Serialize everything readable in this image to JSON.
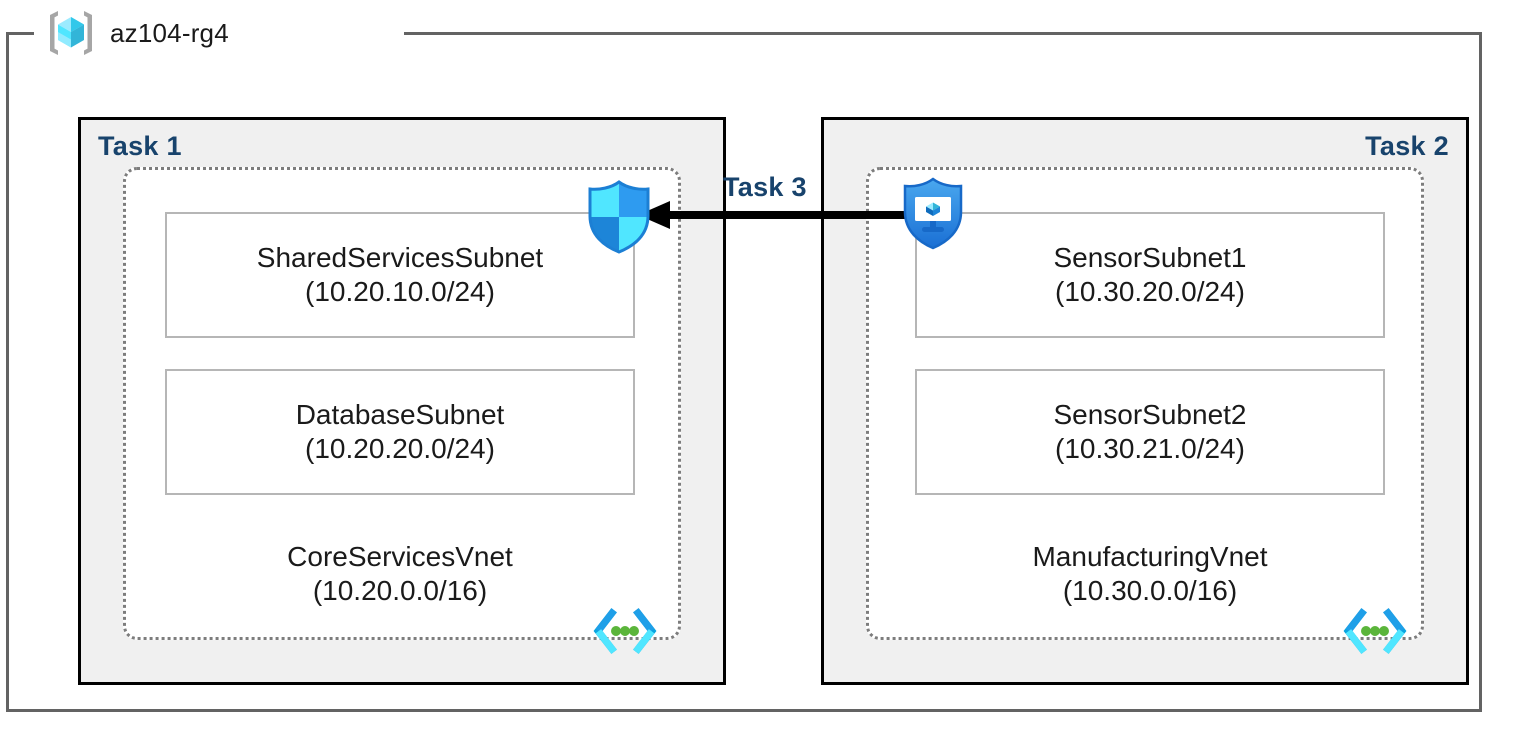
{
  "resource_group": {
    "name": "az104-rg4",
    "icon": "resource-group-cube-icon"
  },
  "tasks": [
    {
      "id": "task1",
      "label": "Task 1",
      "align": "left"
    },
    {
      "id": "task2",
      "label": "Task 2",
      "align": "right"
    },
    {
      "id": "task3",
      "label": "Task 3"
    }
  ],
  "vnets": [
    {
      "id": "vnet1",
      "name": "CoreServicesVnet",
      "cidr": "(10.20.0.0/16)",
      "icon": "virtual-network-icon",
      "subnets": [
        {
          "name": "SharedServicesSubnet",
          "cidr": "(10.20.10.0/24)"
        },
        {
          "name": "DatabaseSubnet",
          "cidr": "(10.20.20.0/24)"
        }
      ]
    },
    {
      "id": "vnet2",
      "name": "ManufacturingVnet",
      "cidr": "(10.30.0.0/16)",
      "icon": "virtual-network-icon",
      "subnets": [
        {
          "name": "SensorSubnet1",
          "cidr": "(10.30.20.0/24)"
        },
        {
          "name": "SensorSubnet2",
          "cidr": "(10.30.21.0/24)"
        }
      ]
    }
  ],
  "icons": {
    "nsg_shield": "network-security-group-shield-icon",
    "network_watcher": "network-watcher-shield-monitor-icon",
    "peering_arrow": "peering-arrow-left-icon"
  },
  "colors": {
    "task_label": "#18436c",
    "task_box_fill": "#f0f0f0",
    "task_box_border": "#000000",
    "vnet_border": "#7d7d7d",
    "subnet_border": "#b6b6b6",
    "frame_border": "#636363",
    "azure_blue": "#0078d4",
    "azure_cyan": "#50e6ff",
    "arrow": "#000000",
    "vnet_icon_green": "#5bb53b"
  }
}
